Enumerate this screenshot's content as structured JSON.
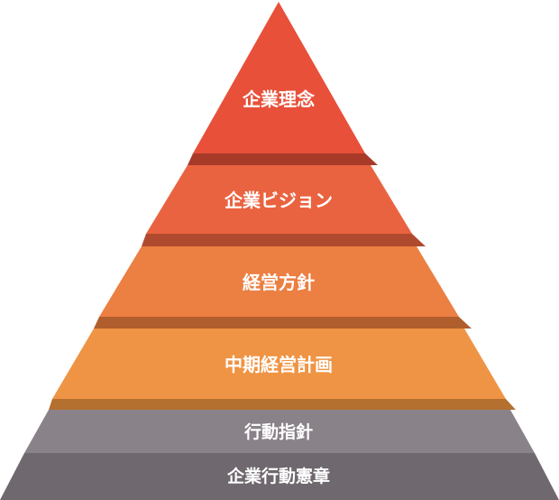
{
  "pyramid": {
    "tiers": [
      {
        "label": "企業理念",
        "color": "#e8503a",
        "shadow": "#a83a2a"
      },
      {
        "label": "企業ビジョン",
        "color": "#ea6340",
        "shadow": "#b04a2e"
      },
      {
        "label": "経営方針",
        "color": "#ec7f42",
        "shadow": "#b05e2e"
      },
      {
        "label": "中期経営計画",
        "color": "#ef9444",
        "shadow": "#b4702f"
      },
      {
        "label": "行動指針",
        "color": "#8a8289"
      },
      {
        "label": "企業行動憲章",
        "color": "#6f686e"
      }
    ]
  }
}
